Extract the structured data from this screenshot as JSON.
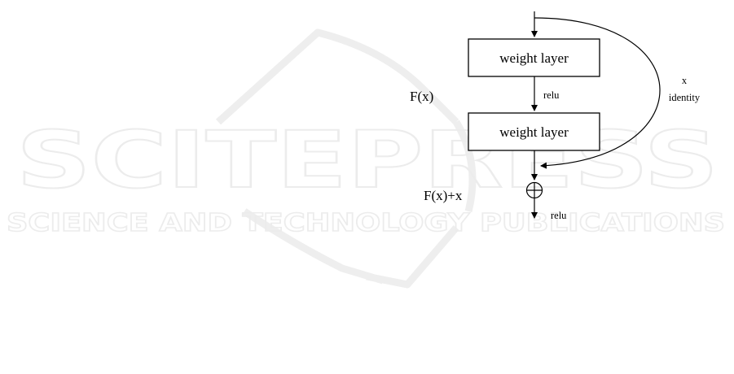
{
  "watermark": {
    "title": "SCITEPRESS",
    "subtitle": "SCIENCE AND TECHNOLOGY PUBLICATIONS",
    "emblem": "scitepress-book-emblem-icon"
  },
  "diagram": {
    "blocks": [
      {
        "label": "weight layer"
      },
      {
        "label": "weight layer"
      }
    ],
    "activation_between": "relu",
    "activation_after": "relu",
    "residual_label": "F(x)",
    "sum_label": "F(x)+x",
    "shortcut_input": "x",
    "shortcut_label": "identity",
    "sum_symbol": "circle-plus-icon"
  }
}
